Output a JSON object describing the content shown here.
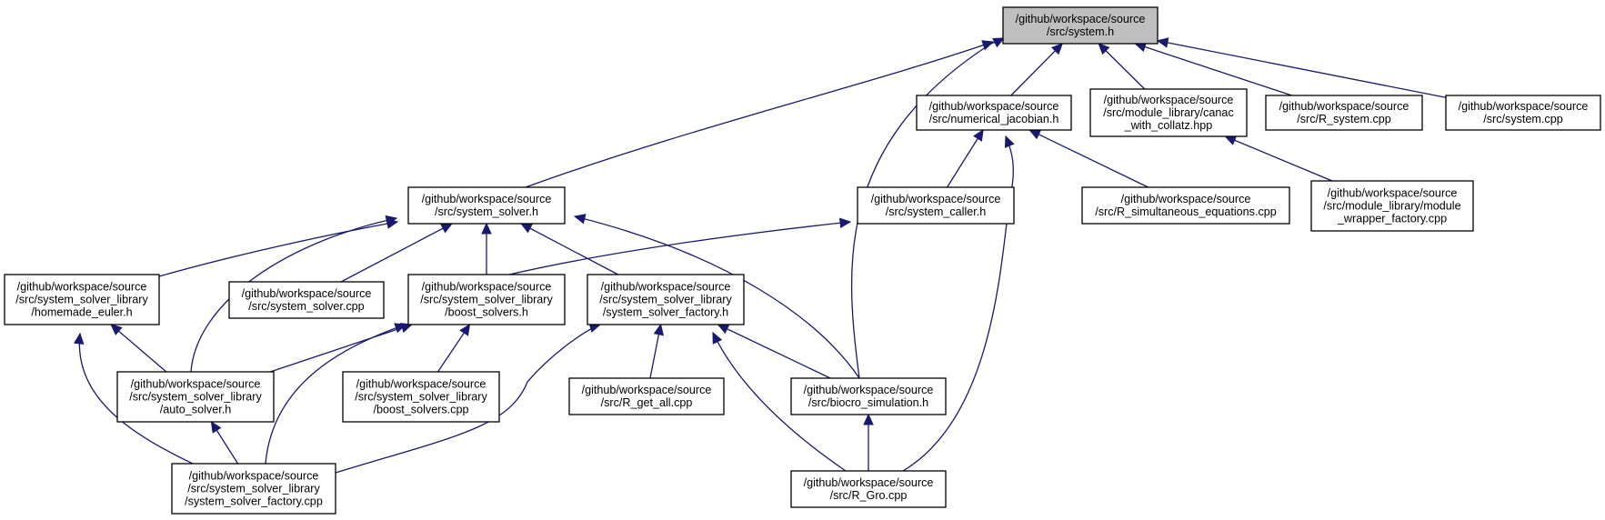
{
  "graph": {
    "title": "include dependency graph (included by)",
    "colors": {
      "edge": "#191970",
      "root_fill": "#bfbfbf",
      "node_fill": "#ffffff",
      "border": "#000000"
    },
    "nodes": [
      {
        "id": "system_h",
        "root": true,
        "lines": [
          "/github/workspace/source",
          "/src/system.h"
        ]
      },
      {
        "id": "numerical_jacobian_h",
        "lines": [
          "/github/workspace/source",
          "/src/numerical_jacobian.h"
        ]
      },
      {
        "id": "canac_hpp",
        "lines": [
          "/github/workspace/source",
          "/src/module_library/canac",
          "_with_collatz.hpp"
        ]
      },
      {
        "id": "r_system_cpp",
        "lines": [
          "/github/workspace/source",
          "/src/R_system.cpp"
        ]
      },
      {
        "id": "system_cpp",
        "lines": [
          "/github/workspace/source",
          "/src/system.cpp"
        ]
      },
      {
        "id": "system_solver_h",
        "lines": [
          "/github/workspace/source",
          "/src/system_solver.h"
        ]
      },
      {
        "id": "system_caller_h",
        "lines": [
          "/github/workspace/source",
          "/src/system_caller.h"
        ]
      },
      {
        "id": "r_simultaneous_cpp",
        "lines": [
          "/github/workspace/source",
          "/src/R_simultaneous_equations.cpp"
        ]
      },
      {
        "id": "module_wrapper_factory_cpp",
        "lines": [
          "/github/workspace/source",
          "/src/module_library/module",
          "_wrapper_factory.cpp"
        ]
      },
      {
        "id": "homemade_euler_h",
        "lines": [
          "/github/workspace/source",
          "/src/system_solver_library",
          "/homemade_euler.h"
        ]
      },
      {
        "id": "system_solver_cpp",
        "lines": [
          "/github/workspace/source",
          "/src/system_solver.cpp"
        ]
      },
      {
        "id": "boost_solvers_h",
        "lines": [
          "/github/workspace/source",
          "/src/system_solver_library",
          "/boost_solvers.h"
        ]
      },
      {
        "id": "system_solver_factory_h",
        "lines": [
          "/github/workspace/source",
          "/src/system_solver_library",
          "/system_solver_factory.h"
        ]
      },
      {
        "id": "auto_solver_h",
        "lines": [
          "/github/workspace/source",
          "/src/system_solver_library",
          "/auto_solver.h"
        ]
      },
      {
        "id": "boost_solvers_cpp",
        "lines": [
          "/github/workspace/source",
          "/src/system_solver_library",
          "/boost_solvers.cpp"
        ]
      },
      {
        "id": "r_get_all_cpp",
        "lines": [
          "/github/workspace/source",
          "/src/R_get_all.cpp"
        ]
      },
      {
        "id": "biocro_simulation_h",
        "lines": [
          "/github/workspace/source",
          "/src/biocro_simulation.h"
        ]
      },
      {
        "id": "system_solver_factory_cpp",
        "lines": [
          "/github/workspace/source",
          "/src/system_solver_library",
          "/system_solver_factory.cpp"
        ]
      },
      {
        "id": "r_gro_cpp",
        "lines": [
          "/github/workspace/source",
          "/src/R_Gro.cpp"
        ]
      }
    ],
    "edges": [
      {
        "from": "numerical_jacobian_h",
        "to": "system_h"
      },
      {
        "from": "canac_hpp",
        "to": "system_h"
      },
      {
        "from": "r_system_cpp",
        "to": "system_h"
      },
      {
        "from": "system_cpp",
        "to": "system_h"
      },
      {
        "from": "system_solver_h",
        "to": "system_h"
      },
      {
        "from": "biocro_simulation_h",
        "to": "system_h"
      },
      {
        "from": "system_caller_h",
        "to": "numerical_jacobian_h"
      },
      {
        "from": "r_simultaneous_cpp",
        "to": "numerical_jacobian_h"
      },
      {
        "from": "r_gro_cpp",
        "to": "numerical_jacobian_h"
      },
      {
        "from": "module_wrapper_factory_cpp",
        "to": "canac_hpp"
      },
      {
        "from": "boost_solvers_h",
        "to": "system_caller_h"
      },
      {
        "from": "homemade_euler_h",
        "to": "system_solver_h"
      },
      {
        "from": "auto_solver_h",
        "to": "system_solver_h"
      },
      {
        "from": "system_solver_cpp",
        "to": "system_solver_h"
      },
      {
        "from": "boost_solvers_h",
        "to": "system_solver_h"
      },
      {
        "from": "system_solver_factory_h",
        "to": "system_solver_h"
      },
      {
        "from": "biocro_simulation_h",
        "to": "system_solver_h"
      },
      {
        "from": "auto_solver_h",
        "to": "homemade_euler_h"
      },
      {
        "from": "system_solver_factory_cpp",
        "to": "homemade_euler_h"
      },
      {
        "from": "auto_solver_h",
        "to": "boost_solvers_h"
      },
      {
        "from": "boost_solvers_cpp",
        "to": "boost_solvers_h"
      },
      {
        "from": "system_solver_factory_cpp",
        "to": "boost_solvers_h"
      },
      {
        "from": "system_solver_factory_cpp",
        "to": "system_solver_factory_h"
      },
      {
        "from": "r_get_all_cpp",
        "to": "system_solver_factory_h"
      },
      {
        "from": "biocro_simulation_h",
        "to": "system_solver_factory_h"
      },
      {
        "from": "r_gro_cpp",
        "to": "system_solver_factory_h"
      },
      {
        "from": "system_solver_factory_cpp",
        "to": "auto_solver_h"
      },
      {
        "from": "r_gro_cpp",
        "to": "biocro_simulation_h"
      }
    ]
  }
}
